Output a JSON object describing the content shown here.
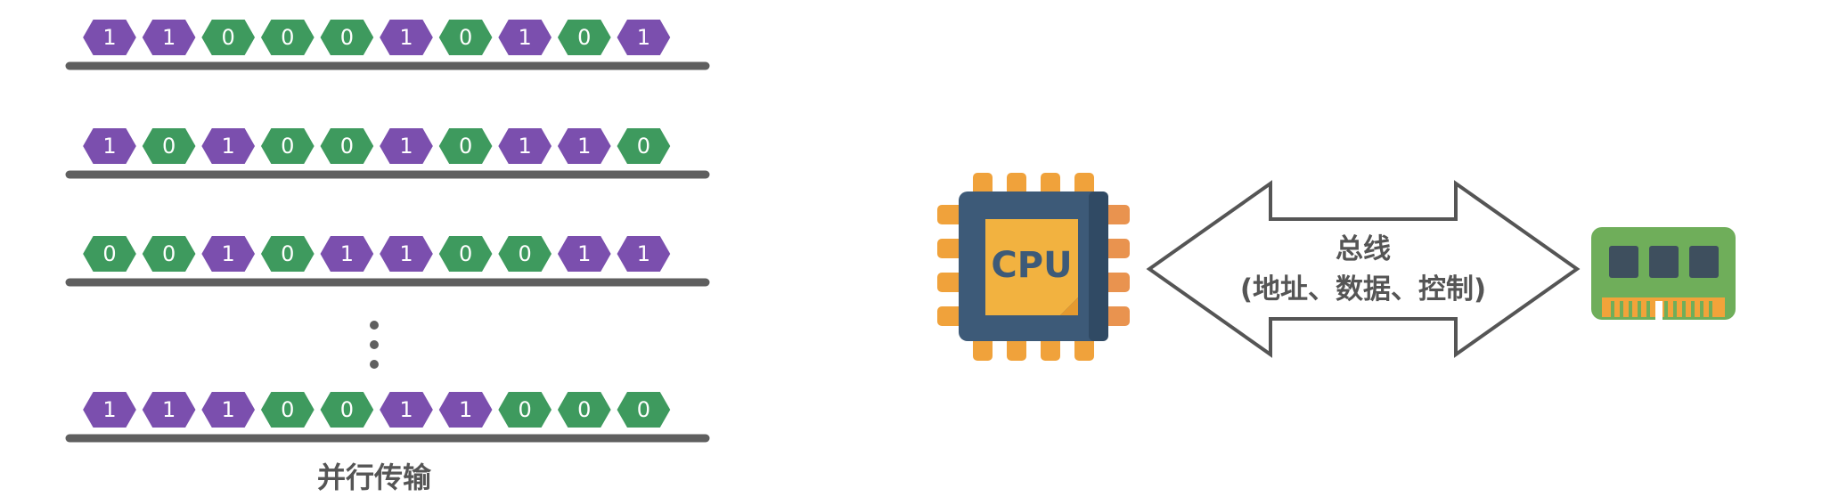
{
  "parallel": {
    "rows": [
      [
        "1",
        "1",
        "0",
        "0",
        "0",
        "1",
        "0",
        "1",
        "0",
        "1"
      ],
      [
        "1",
        "0",
        "1",
        "0",
        "0",
        "1",
        "0",
        "1",
        "1",
        "0"
      ],
      [
        "0",
        "0",
        "1",
        "0",
        "1",
        "1",
        "0",
        "0",
        "1",
        "1"
      ],
      [
        "1",
        "1",
        "1",
        "0",
        "0",
        "1",
        "1",
        "0",
        "0",
        "0"
      ]
    ],
    "caption": "并行传输"
  },
  "cpu": {
    "label": "CPU"
  },
  "bus": {
    "line1": "总线",
    "line2": "(地址、数据、控制)"
  },
  "colors": {
    "one": "#7b4fae",
    "zero": "#3e9a5e",
    "wire": "#5f5f5f",
    "cpu_pin": "#f0a23b",
    "cpu_body": "#3d5a78",
    "cpu_core": "#f2b240",
    "ram_board": "#6fae5a",
    "ram_chip": "#3e4f5e",
    "ram_pin": "#f2a33a"
  },
  "icons": {
    "cpu": "cpu-chip-icon",
    "ram": "memory-module-icon"
  }
}
